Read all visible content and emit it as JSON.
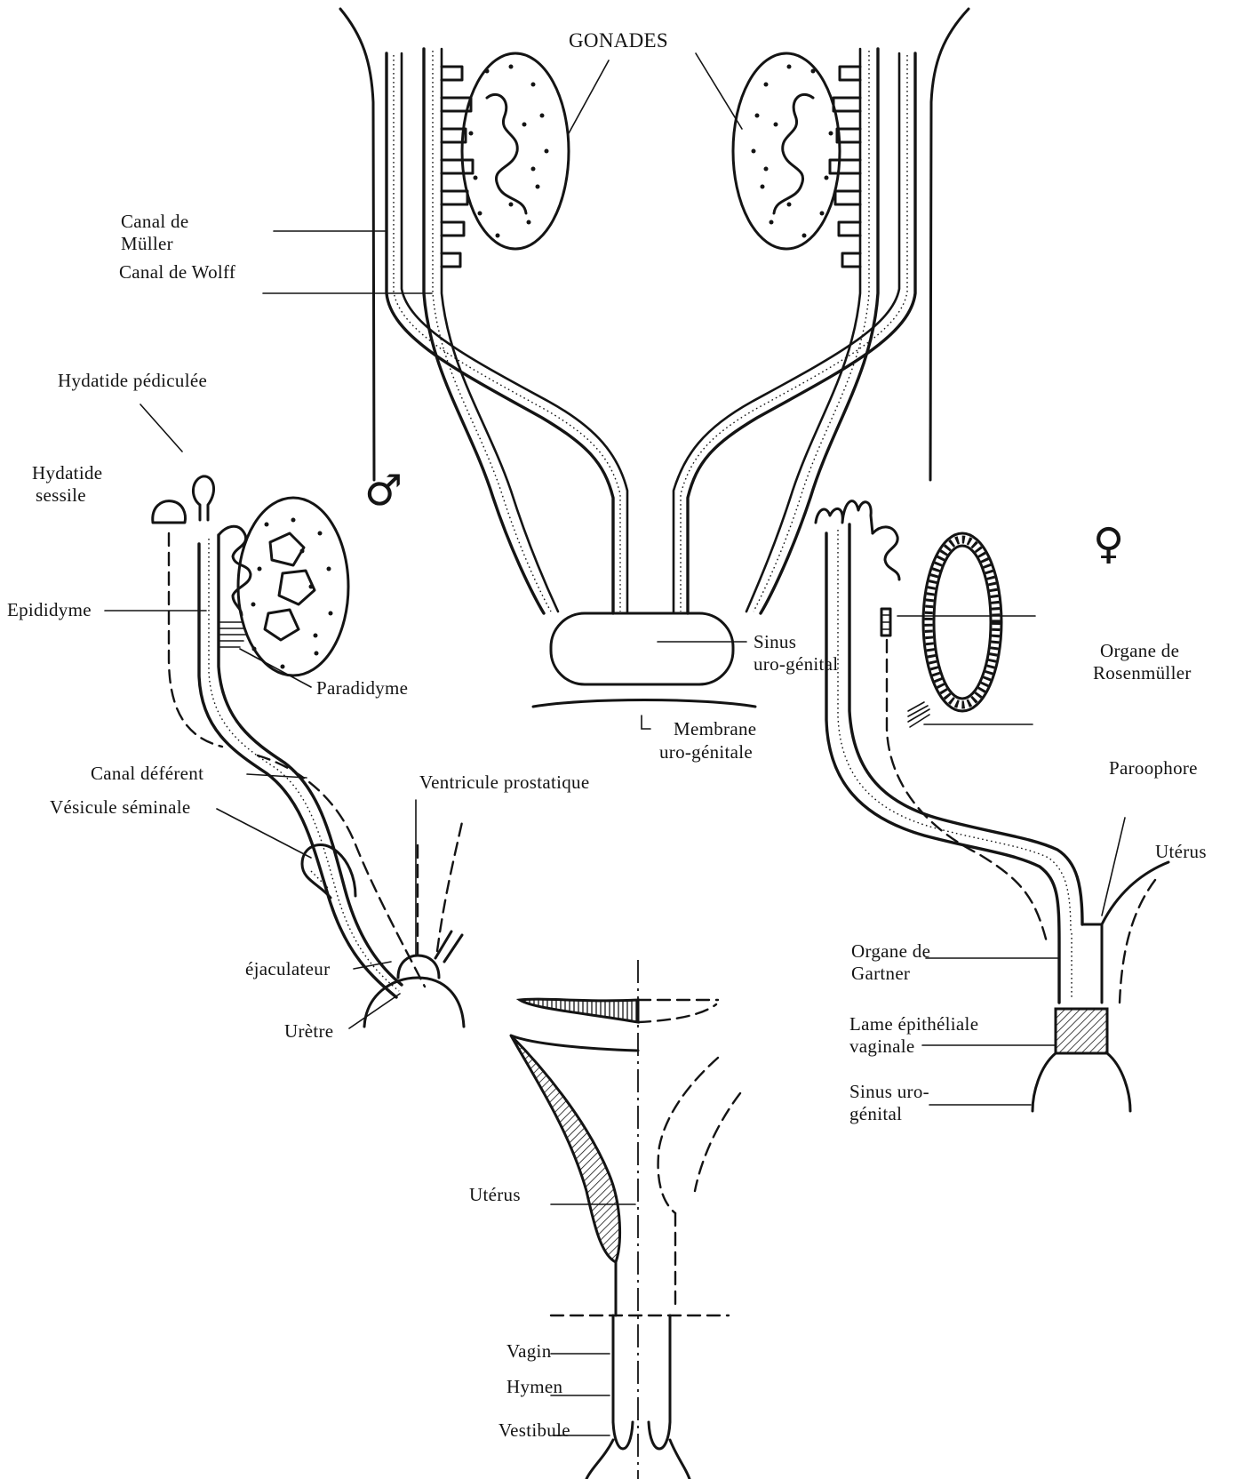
{
  "labels": {
    "gonades": "GONADES",
    "canal_muller": [
      "Canal de",
      "Müller"
    ],
    "canal_wolff": "Canal de Wolff",
    "hydatide_pediculee": "Hydatide pédiculée",
    "hydatide_sessile": [
      "Hydatide",
      "sessile"
    ],
    "epididyme": "Epididyme",
    "paradidyme": "Paradidyme",
    "canal_deferent": "Canal déférent",
    "vesicule_seminale": "Vésicule séminale",
    "ventricule_prostatique": "Ventricule prostatique",
    "ejaculateur": "éjaculateur",
    "uretre": "Urètre",
    "sinus_uro_genital_top": [
      "Sinus",
      "uro-génital"
    ],
    "membrane_uro_genitale": [
      "Membrane",
      "uro-génitale"
    ],
    "organe_rosenmuller": [
      "Organe de",
      "Rosenmüller"
    ],
    "paroophore": "Paroophore",
    "uterus_right": "Utérus",
    "organe_gartner": [
      "Organe de",
      "Gartner"
    ],
    "lame_epitheliale": [
      "Lame épithéliale",
      "vaginale"
    ],
    "sinus_uro_genital_right": [
      "Sinus uro-",
      "génital"
    ],
    "uterus_bottom": "Utérus",
    "vagin": "Vagin",
    "hymen": "Hymen",
    "vestibule": "Vestibule"
  },
  "symbols": {
    "male": "♂",
    "female": "♀"
  },
  "colors": {
    "ink": "#141414",
    "paper": "#ffffff"
  }
}
